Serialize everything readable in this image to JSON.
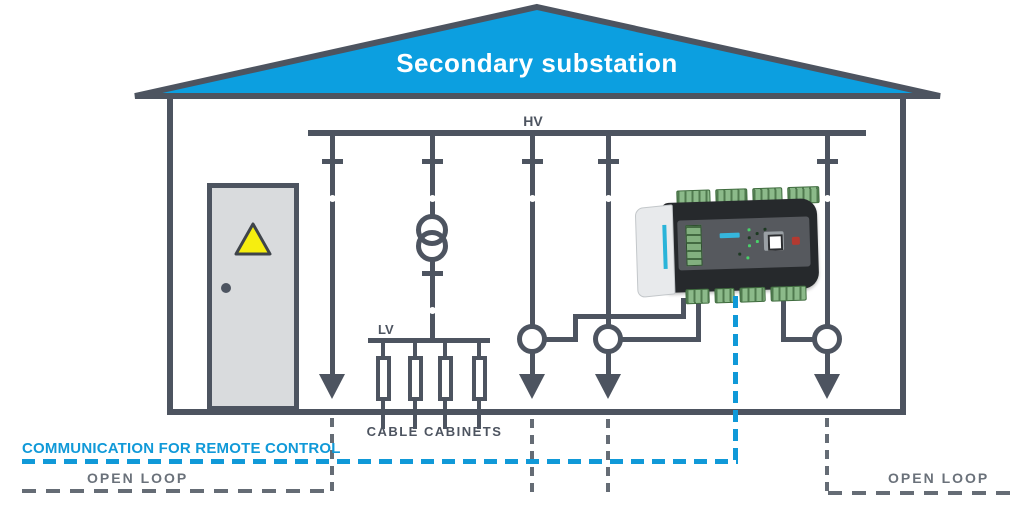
{
  "scene": {
    "title": "Secondary substation",
    "type": "single-line diagram of a secondary substation with RTU remote control"
  },
  "labels": {
    "hv": "HV",
    "lv": "LV",
    "cable_cabinets": "CABLE CABINETS",
    "communication": "COMMUNICATION FOR REMOTE CONTROL",
    "open_loop_left": "OPEN LOOP",
    "open_loop_right": "OPEN LOOP"
  },
  "components": {
    "hv_feeders": 4,
    "transformer_feeder": 1,
    "current_sensors": 3,
    "cable_cabinets_count": 4,
    "rtu_device": "remote terminal unit connected to sensors and communication line",
    "door_with_warning_sign": true
  },
  "colors": {
    "ink": "#4d5460",
    "roof_blue": "#0c9fe0",
    "blue": "#1099d8",
    "dash_gray": "#656c75",
    "label_gray": "#6a717a",
    "door_fill": "#d9dbdd",
    "warning_yellow": "#f6ee0f",
    "title_text": "#ffffff"
  }
}
